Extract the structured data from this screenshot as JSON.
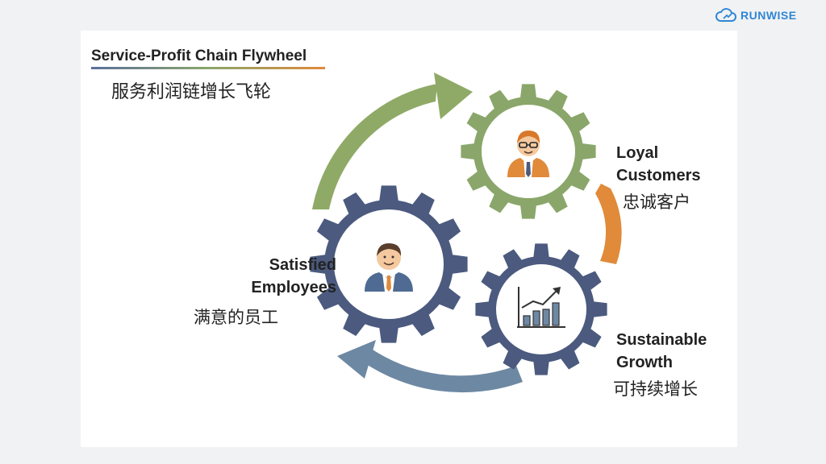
{
  "brand": {
    "name": "RUNWISE",
    "icon": "cloud-icon",
    "color": "#2f86d6"
  },
  "title": {
    "en": "Service-Profit Chain Flywheel",
    "zh": "服务利润链增长飞轮"
  },
  "nodes": {
    "employees": {
      "en_line1": "Satisfied",
      "en_line2": "Employees",
      "zh": "满意的员工",
      "icon": "employee-icon",
      "gear_color": "#4b5a7e"
    },
    "customers": {
      "en_line1": "Loyal",
      "en_line2": "Customers",
      "zh": "忠诚客户",
      "icon": "customer-icon",
      "gear_color": "#8aa66a"
    },
    "growth": {
      "en_line1": "Sustainable",
      "en_line2": "Growth",
      "zh": "可持续增长",
      "icon": "growth-chart-icon",
      "gear_color": "#4b5a7e"
    }
  },
  "arrows": {
    "to_customers": {
      "color": "#8faa66",
      "icon": "curved-arrow-green"
    },
    "to_growth": {
      "color": "#e08a3a",
      "icon": "curved-arrow-orange"
    },
    "to_employees": {
      "color": "#6d88a3",
      "icon": "curved-arrow-blue"
    }
  }
}
